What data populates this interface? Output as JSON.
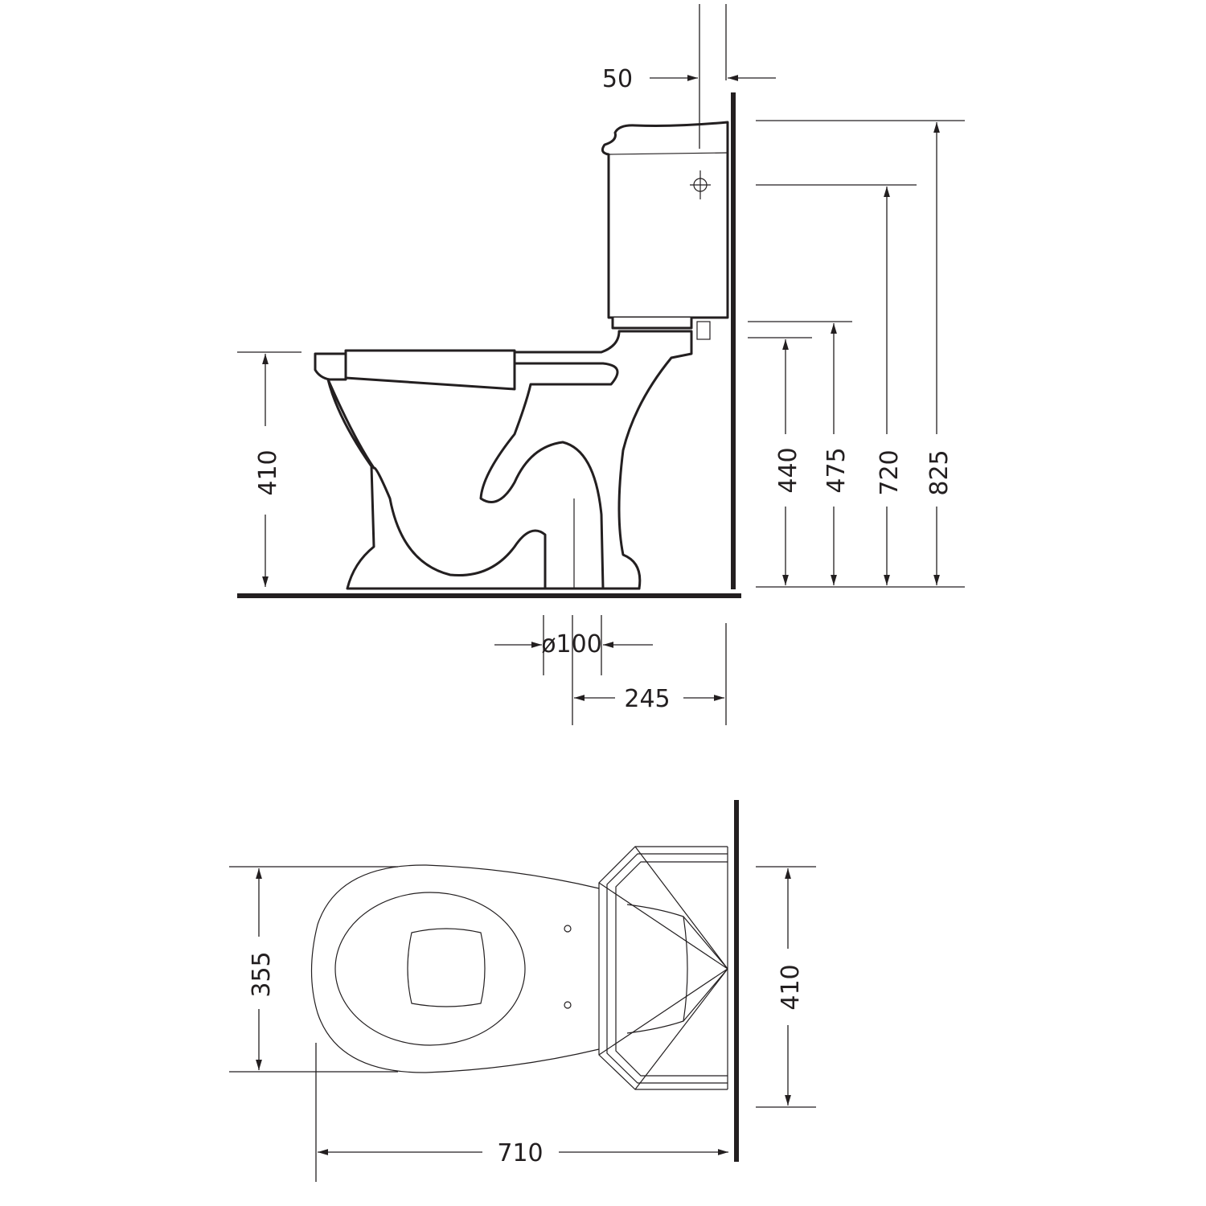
{
  "side_view": {
    "dimensions": {
      "tank_offset": "50",
      "seat_height": "410",
      "inlet_height_a": "440",
      "inlet_height_b": "475",
      "water_inlet_height": "720",
      "total_height": "825",
      "outlet_diameter": "ø100",
      "outlet_to_wall": "245"
    }
  },
  "top_view": {
    "dimensions": {
      "bowl_width": "355",
      "tank_width": "410",
      "total_depth": "710"
    }
  },
  "colors": {
    "line": "#231f20",
    "background": "#ffffff"
  }
}
